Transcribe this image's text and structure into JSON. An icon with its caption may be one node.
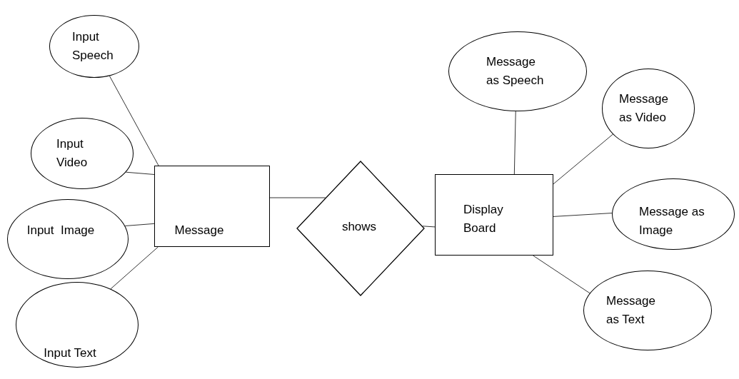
{
  "diagram": {
    "nodes": [
      {
        "text": [
          "Input Speech"
        ]
      },
      {
        "text": [
          "Input Video"
        ]
      },
      {
        "text": [
          "Input  Image"
        ]
      },
      {
        "text": [
          "Input Text"
        ]
      },
      {
        "text": [
          "Message"
        ]
      },
      {
        "text": [
          "shows"
        ]
      },
      {
        "text": [
          "Display Board"
        ]
      },
      {
        "text": [
          "Message as Speech"
        ]
      },
      {
        "text": [
          "Message as Video"
        ]
      },
      {
        "text": [
          "Message as Image"
        ]
      },
      {
        "text": [
          "Message as Text"
        ]
      }
    ],
    "edges": [
      {
        "from": 0,
        "to": 4,
        "arrow": "none"
      },
      {
        "from": 1,
        "to": 4,
        "arrow": "none"
      },
      {
        "from": 2,
        "to": 4,
        "arrow": "none"
      },
      {
        "from": 3,
        "to": 4,
        "arrow": "none"
      },
      {
        "from": 4,
        "to": 5,
        "arrow": "none"
      },
      {
        "from": 5,
        "to": 6,
        "arrow": "none"
      },
      {
        "from": 6,
        "to": 7,
        "arrow": "none"
      },
      {
        "from": 6,
        "to": 8,
        "arrow": "none"
      },
      {
        "from": 6,
        "to": 9,
        "arrow": "none"
      },
      {
        "from": 6,
        "to": 10,
        "arrow": "none"
      }
    ]
  }
}
